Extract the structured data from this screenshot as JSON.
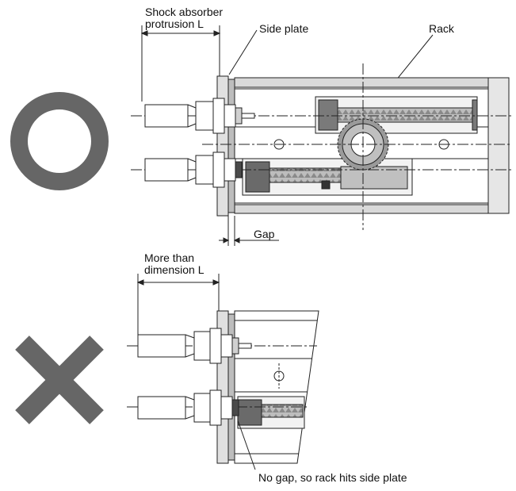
{
  "labels": {
    "shock_absorber_line1": "Shock absorber",
    "shock_absorber_line2": "protrusion L",
    "side_plate": "Side plate",
    "rack": "Rack",
    "gap": "Gap",
    "more_than_line1": "More than",
    "more_than_line2": "dimension L",
    "no_gap": "No gap, so rack hits side plate"
  },
  "symbols": {
    "correct": "circle-ok-icon",
    "incorrect": "cross-ng-icon"
  },
  "colors": {
    "symbol_gray": "#666666",
    "line": "#222222",
    "body_gray": "#9a9a9a",
    "light_gray": "#d2d2d2",
    "dark_gray": "#4a4a4a"
  }
}
